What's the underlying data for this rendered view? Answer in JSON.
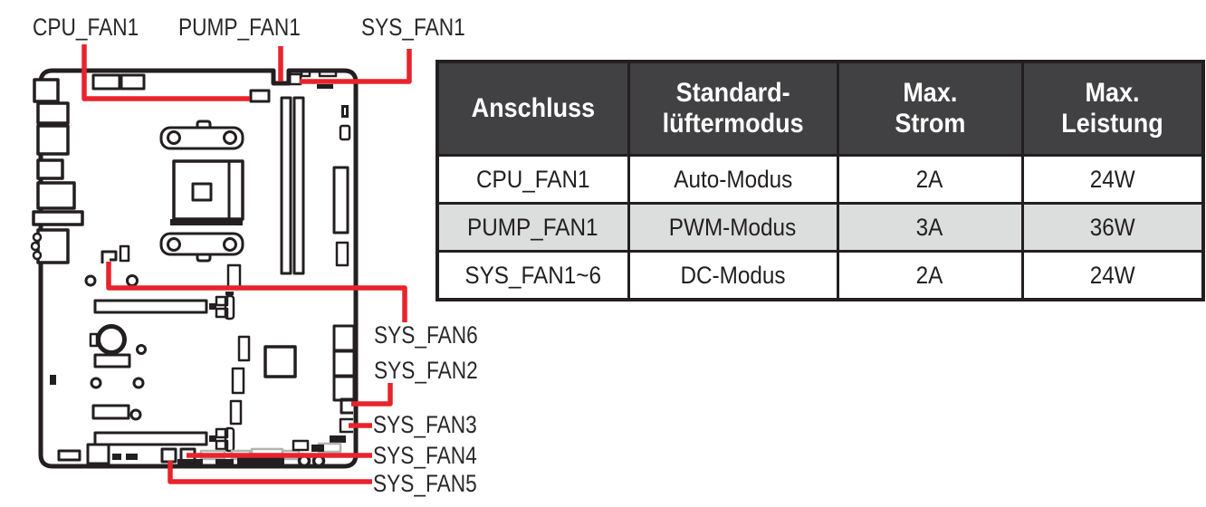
{
  "diagram": {
    "labels": {
      "cpu_fan1": "CPU_FAN1",
      "pump_fan1": "PUMP_FAN1",
      "sys_fan1": "SYS_FAN1",
      "sys_fan6": "SYS_FAN6",
      "sys_fan2": "SYS_FAN2",
      "sys_fan3": "SYS_FAN3",
      "sys_fan4": "SYS_FAN4",
      "sys_fan5": "SYS_FAN5"
    },
    "colors": {
      "callout_red": "#e8232b",
      "line_art": "#231f20",
      "label_text": "#2a272b"
    }
  },
  "table": {
    "headers": [
      "Anschluss",
      "Standard-\nlüftermodus",
      "Max.\nStrom",
      "Max.\nLeistung"
    ],
    "rows": [
      {
        "cells": [
          "CPU_FAN1",
          "Auto-Modus",
          "2A",
          "24W"
        ]
      },
      {
        "cells": [
          "PUMP_FAN1",
          "PWM-Modus",
          "3A",
          "36W"
        ]
      },
      {
        "cells": [
          "SYS_FAN1~6",
          "DC-Modus",
          "2A",
          "24W"
        ]
      }
    ],
    "colors": {
      "header_bg": "#414042",
      "header_text": "#ffffff",
      "highlight_row_bg": "#dcdddd",
      "border": "#231f20"
    }
  }
}
